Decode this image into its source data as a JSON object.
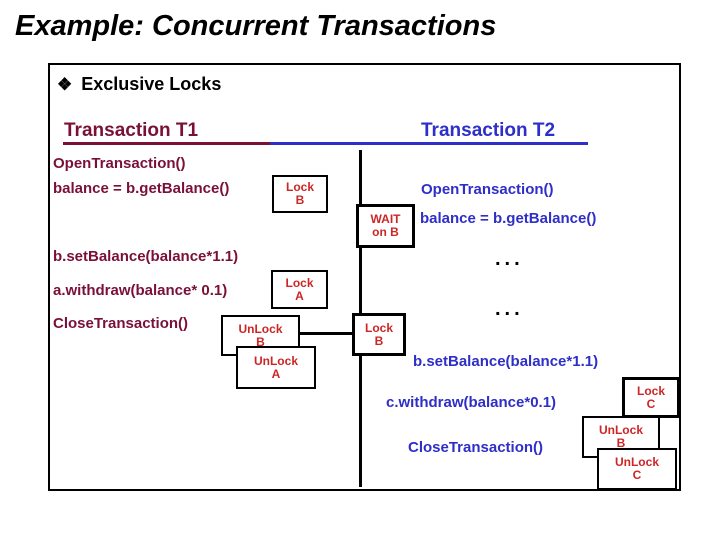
{
  "slide": {
    "title": "Example: Concurrent Transactions",
    "heading_bullet": "❖",
    "heading": "Exclusive Locks"
  },
  "colors": {
    "t1_text": "#7a1038",
    "t2_text": "#2e2ec8",
    "lock_text": "#cc2626",
    "lines": "#000000",
    "background": "#ffffff"
  },
  "t1": {
    "title": "Transaction T1",
    "open": "OpenTransaction()",
    "get_balance": "balance = b.getBalance()",
    "set_balance": "b.setBalance(balance*1.1)",
    "withdraw": "a.withdraw(balance* 0.1)",
    "close": "CloseTransaction()"
  },
  "t2": {
    "title": "Transaction T2",
    "open": "OpenTransaction()",
    "get_balance": "balance = b.getBalance()",
    "ellipsis1": "...",
    "ellipsis2": "...",
    "set_balance": "b.setBalance(balance*1.1)",
    "withdraw": "c.withdraw(balance*0.1)",
    "close": "CloseTransaction()"
  },
  "locks": {
    "t1_lock_b": {
      "line1": "Lock",
      "line2": "B"
    },
    "t1_lock_a": {
      "line1": "Lock",
      "line2": "A"
    },
    "t1_unlock_b": {
      "line1": "UnLock",
      "line2": "B"
    },
    "t1_unlock_a": {
      "line1": "UnLock",
      "line2": "A"
    },
    "wait_on_b": {
      "line1": "WAIT",
      "line2": "on B"
    },
    "mid_lock_b": {
      "line1": "Lock",
      "line2": "B"
    },
    "t2_lock_c": {
      "line1": "Lock",
      "line2": "C"
    },
    "t2_unlock_b": {
      "line1": "UnLock",
      "line2": "B"
    },
    "t2_unlock_c": {
      "line1": "UnLock",
      "line2": "C"
    }
  }
}
